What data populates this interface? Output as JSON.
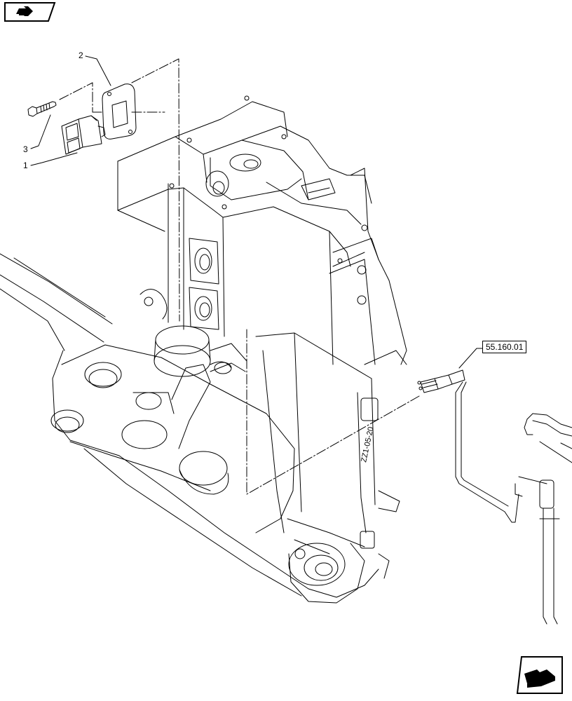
{
  "callouts": {
    "part_1": "1",
    "part_2": "2",
    "part_3": "3"
  },
  "reference": {
    "label": "55.160.01"
  },
  "stamp": {
    "text": "ZZ1-05-20"
  },
  "icons": {
    "top_left": "previous-page-icon",
    "bottom_right": "next-page-icon"
  }
}
